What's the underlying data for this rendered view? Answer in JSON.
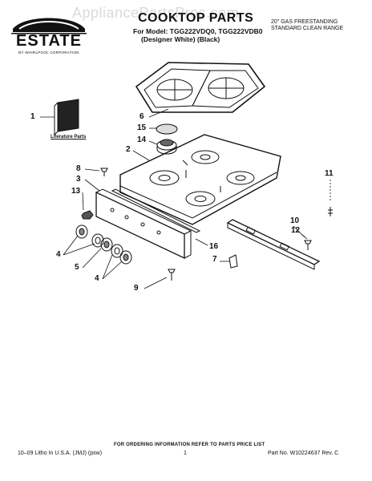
{
  "watermark": "AppliancePartsPros.com",
  "brand": {
    "name": "ESTATE",
    "sub": "BY WHIRLPOOL CORPORATION"
  },
  "header": {
    "title": "COOKTOP PARTS",
    "model_line": "For Model: TGG222VDQ0, TGG222VDB0",
    "variant_line": "(Designer White)    (Black)",
    "right_line1": "20\" GAS FREESTANDING",
    "right_line2": "STANDARD CLEAN RANGE"
  },
  "diagram": {
    "literature_label": "Literature Parts",
    "callouts": {
      "c1": "1",
      "c6": "6",
      "c15": "15",
      "c14": "14",
      "c2": "2",
      "c8": "8",
      "c3": "3",
      "c13": "13",
      "c11": "11",
      "c10": "10",
      "c12": "12",
      "c16": "16",
      "c7": "7",
      "c4a": "4",
      "c5": "5",
      "c4b": "4",
      "c9": "9"
    }
  },
  "footer": {
    "order_note": "FOR ORDERING INFORMATION REFER TO PARTS PRICE LIST",
    "left": "10–09 Litho In U.S.A. (JMJ) (psw)",
    "page_number": "1",
    "part_no": "Part No. W10224637 Rev. C"
  }
}
